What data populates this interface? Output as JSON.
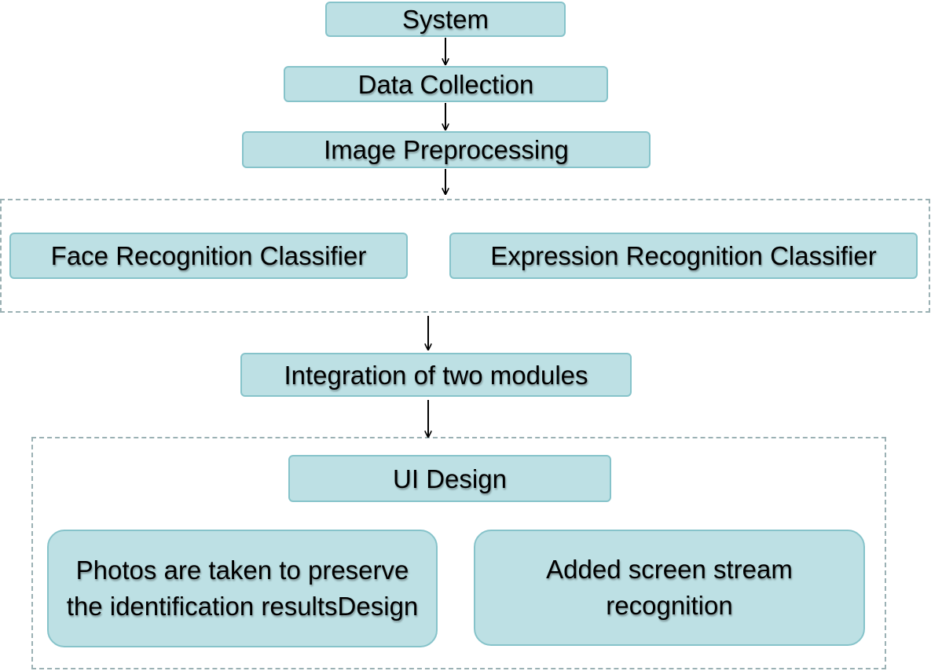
{
  "nodes": {
    "system": "System",
    "data_collection": "Data Collection",
    "image_preprocessing": "Image Preprocessing",
    "face_recognition": "Face Recognition Classifier",
    "expression_recognition": "Expression Recognition Classifier",
    "integration": "Integration of two modules",
    "ui_design": "UI Design",
    "photos": "Photos are taken to preserve the identification resultsDesign",
    "screen_stream": "Added screen stream recognition"
  },
  "colors": {
    "node_fill": "#bde0e4",
    "node_border": "#86c3ca",
    "group_border": "#9bb1b4",
    "arrow": "#000000"
  }
}
